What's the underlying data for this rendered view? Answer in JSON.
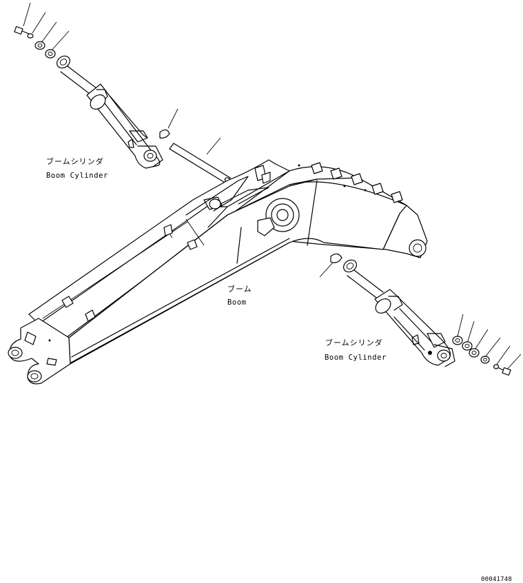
{
  "labels": {
    "cylinder_left_jp": "ブームシリンダ",
    "cylinder_left_en": "Boom Cylinder",
    "boom_jp": "ブーム",
    "boom_en": "Boom",
    "cylinder_right_jp": "ブームシリンダ",
    "cylinder_right_en": "Boom Cylinder"
  },
  "drawing_number": "00041748"
}
